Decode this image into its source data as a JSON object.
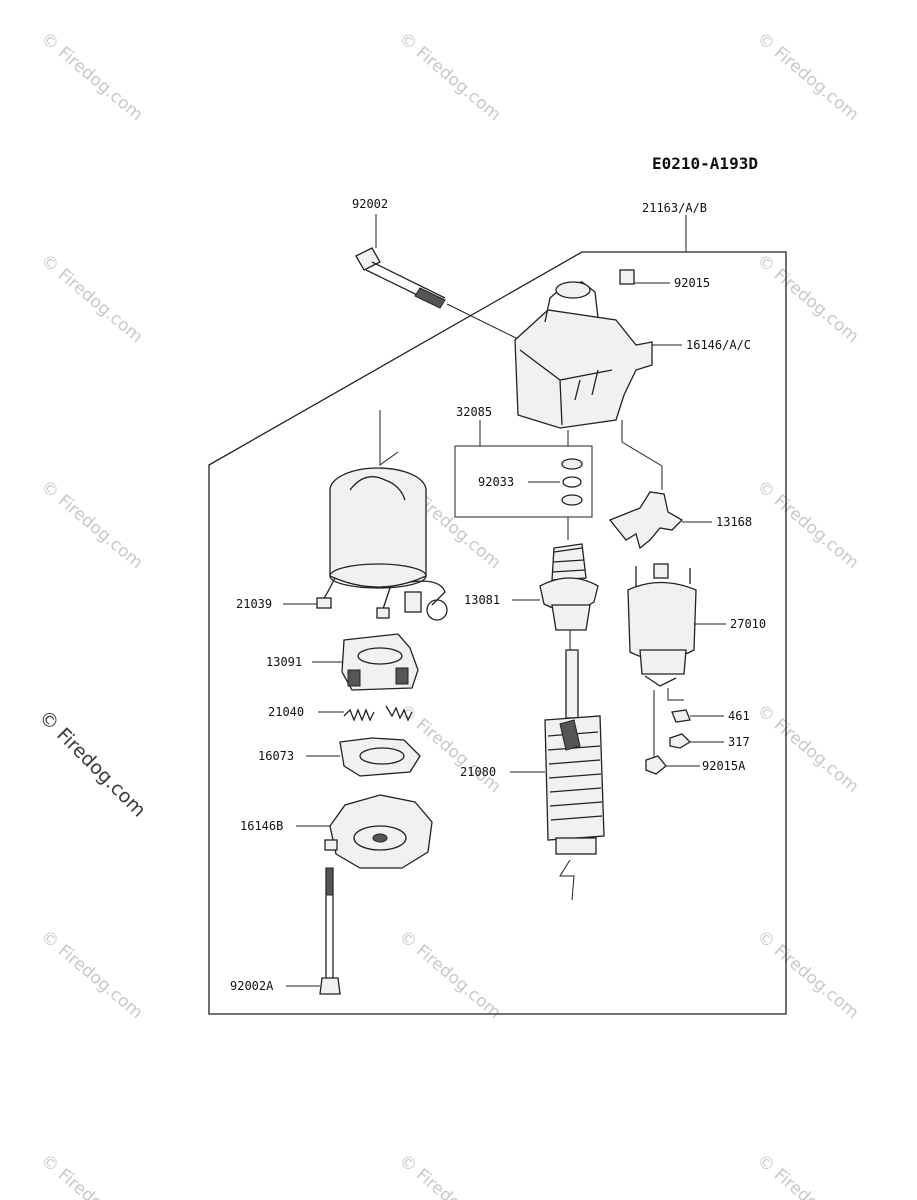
{
  "diagram": {
    "code": "E0210-A193D",
    "watermark": "© Firedog.com",
    "parts": [
      {
        "id": "p1",
        "label": "92002"
      },
      {
        "id": "p2",
        "label": "21163/A/B"
      },
      {
        "id": "p3",
        "label": "92015"
      },
      {
        "id": "p4",
        "label": "16146/A/C"
      },
      {
        "id": "p5",
        "label": "32085"
      },
      {
        "id": "p6",
        "label": "92033"
      },
      {
        "id": "p7",
        "label": "13168"
      },
      {
        "id": "p8",
        "label": "21039"
      },
      {
        "id": "p9",
        "label": "13081"
      },
      {
        "id": "p10",
        "label": "27010"
      },
      {
        "id": "p11",
        "label": "13091"
      },
      {
        "id": "p12",
        "label": "21040"
      },
      {
        "id": "p13",
        "label": "461"
      },
      {
        "id": "p14",
        "label": "317"
      },
      {
        "id": "p15",
        "label": "16073"
      },
      {
        "id": "p16",
        "label": "92015A"
      },
      {
        "id": "p17",
        "label": "21080"
      },
      {
        "id": "p18",
        "label": "16146B"
      },
      {
        "id": "p19",
        "label": "92002A"
      }
    ]
  }
}
